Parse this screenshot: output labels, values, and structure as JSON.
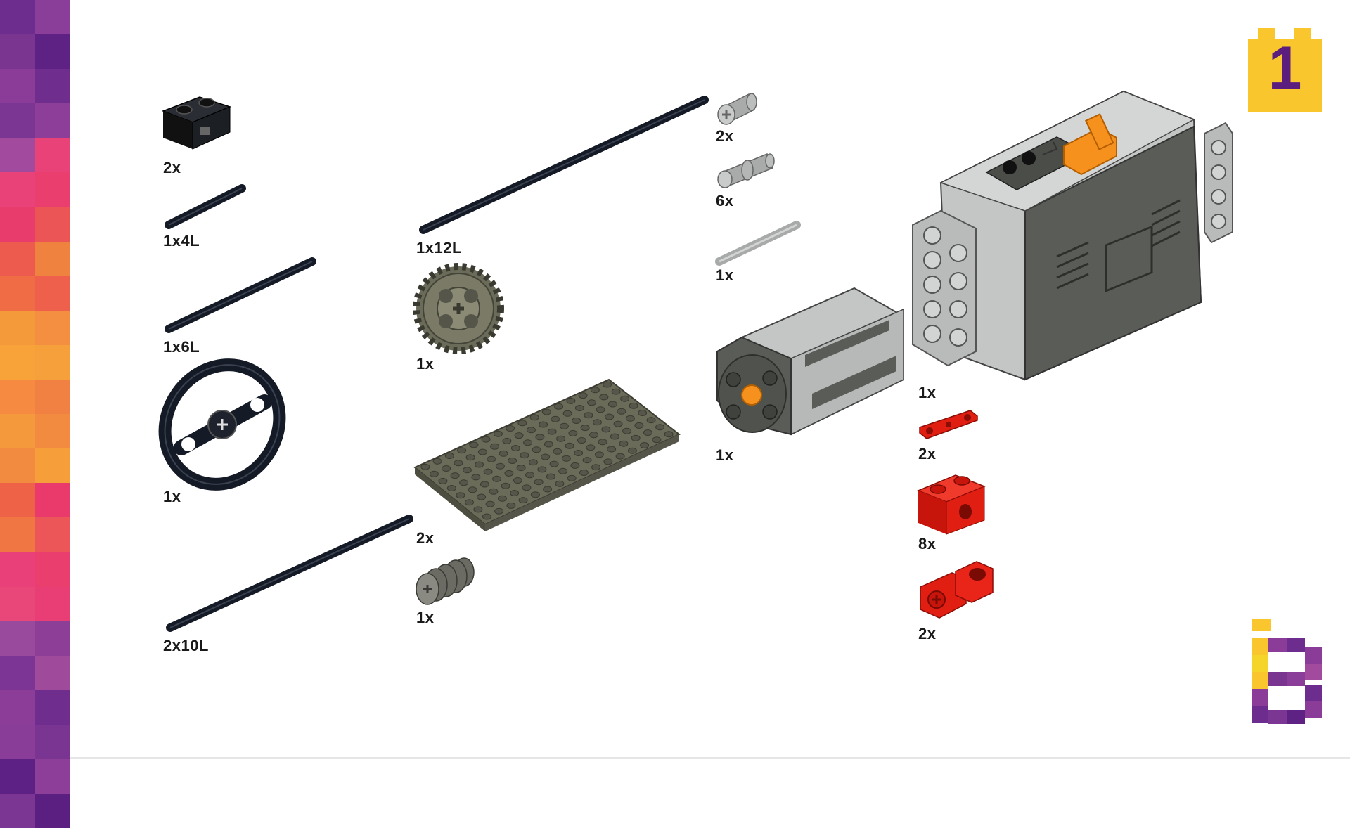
{
  "step": {
    "number": "1"
  },
  "colors": {
    "badge_yellow": "#F9C62E",
    "badge_purple": "#5B1E7E",
    "axle_black": "#151b26",
    "plate_olive": "#6b6b5a",
    "brick_red": "#e01e12",
    "motor_dark": "#5a5d57",
    "battery_grey": "#c4c6c6",
    "switch_orange": "#f7911e"
  },
  "stripe_colors": [
    "#6d2d8e",
    "#8b3e99",
    "#7a3591",
    "#5d2284",
    "#8a3c98",
    "#6f2e8d",
    "#7b3694",
    "#8c3e98",
    "#a14a9e",
    "#e94278",
    "#e94278",
    "#ea3f6e",
    "#e83c6d",
    "#ec5555",
    "#ed5b4f",
    "#f0823f",
    "#f06c45",
    "#ee5f4c",
    "#f59a3a",
    "#f48e41",
    "#f7a33a",
    "#f6a03b",
    "#f58a40",
    "#f18043",
    "#f59a3c",
    "#f28b40",
    "#f28b40",
    "#f59e3a",
    "#ee6248",
    "#e93a6b",
    "#f07743",
    "#ec5658",
    "#e9407a",
    "#ea3e6f",
    "#e9467a",
    "#e93e75",
    "#9a4a9d",
    "#8d3f98",
    "#7c3594",
    "#a04a9c",
    "#8b3d97",
    "#6f2d8d",
    "#8a3d98",
    "#7a3492",
    "#5d2186",
    "#8c3e99",
    "#7b3592",
    "#5b1f82"
  ],
  "parts": [
    {
      "id": "black-brick-1x2",
      "qty": "2x"
    },
    {
      "id": "axle-4l",
      "qty": "1x4L"
    },
    {
      "id": "axle-6l",
      "qty": "1x6L"
    },
    {
      "id": "steering-wheel",
      "qty": "1x"
    },
    {
      "id": "axle-10l",
      "qty": "2x10L"
    },
    {
      "id": "axle-12l",
      "qty": "1x12L"
    },
    {
      "id": "gear-24t",
      "qty": "1x"
    },
    {
      "id": "plate-8x16",
      "qty": "2x"
    },
    {
      "id": "worm-gear",
      "qty": "1x"
    },
    {
      "id": "axle-pin",
      "qty": "2x"
    },
    {
      "id": "long-friction-pin",
      "qty": "6x"
    },
    {
      "id": "grey-axle",
      "qty": "1x"
    },
    {
      "id": "motor",
      "qty": "1x"
    },
    {
      "id": "battery-box",
      "qty": "1x"
    },
    {
      "id": "red-thin-liftarm",
      "qty": "2x"
    },
    {
      "id": "red-technic-brick",
      "qty": "8x"
    },
    {
      "id": "red-cross-block",
      "qty": "2x"
    }
  ]
}
